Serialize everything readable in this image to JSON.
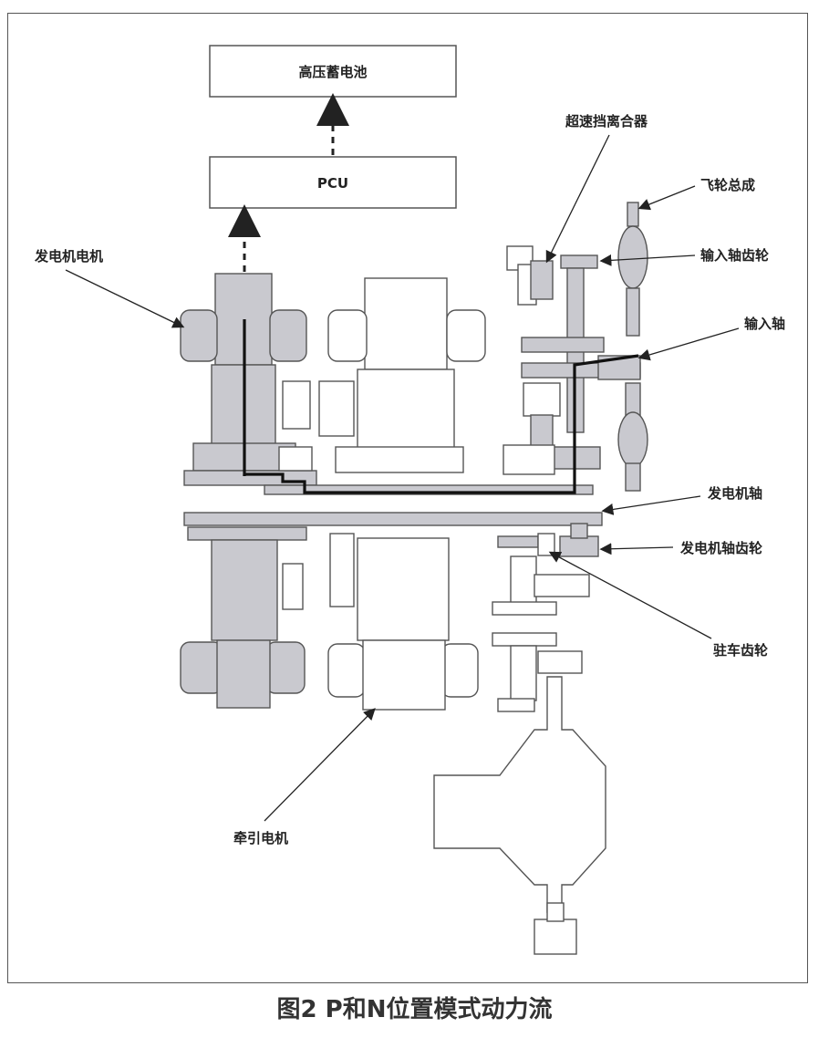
{
  "boxes": {
    "battery": "高压蓄电池",
    "pcu": "PCU"
  },
  "labels": {
    "overdrive_clutch": "超速挡离合器",
    "flywheel": "飞轮总成",
    "input_gear": "输入轴齿轮",
    "input_shaft": "输入轴",
    "generator_motor": "发电机电机",
    "generator_shaft": "发电机轴",
    "generator_gear": "发电机轴齿轮",
    "park_gear": "驻车齿轮",
    "traction_motor": "牵引电机"
  },
  "caption": "图2 P和N位置模式动力流"
}
